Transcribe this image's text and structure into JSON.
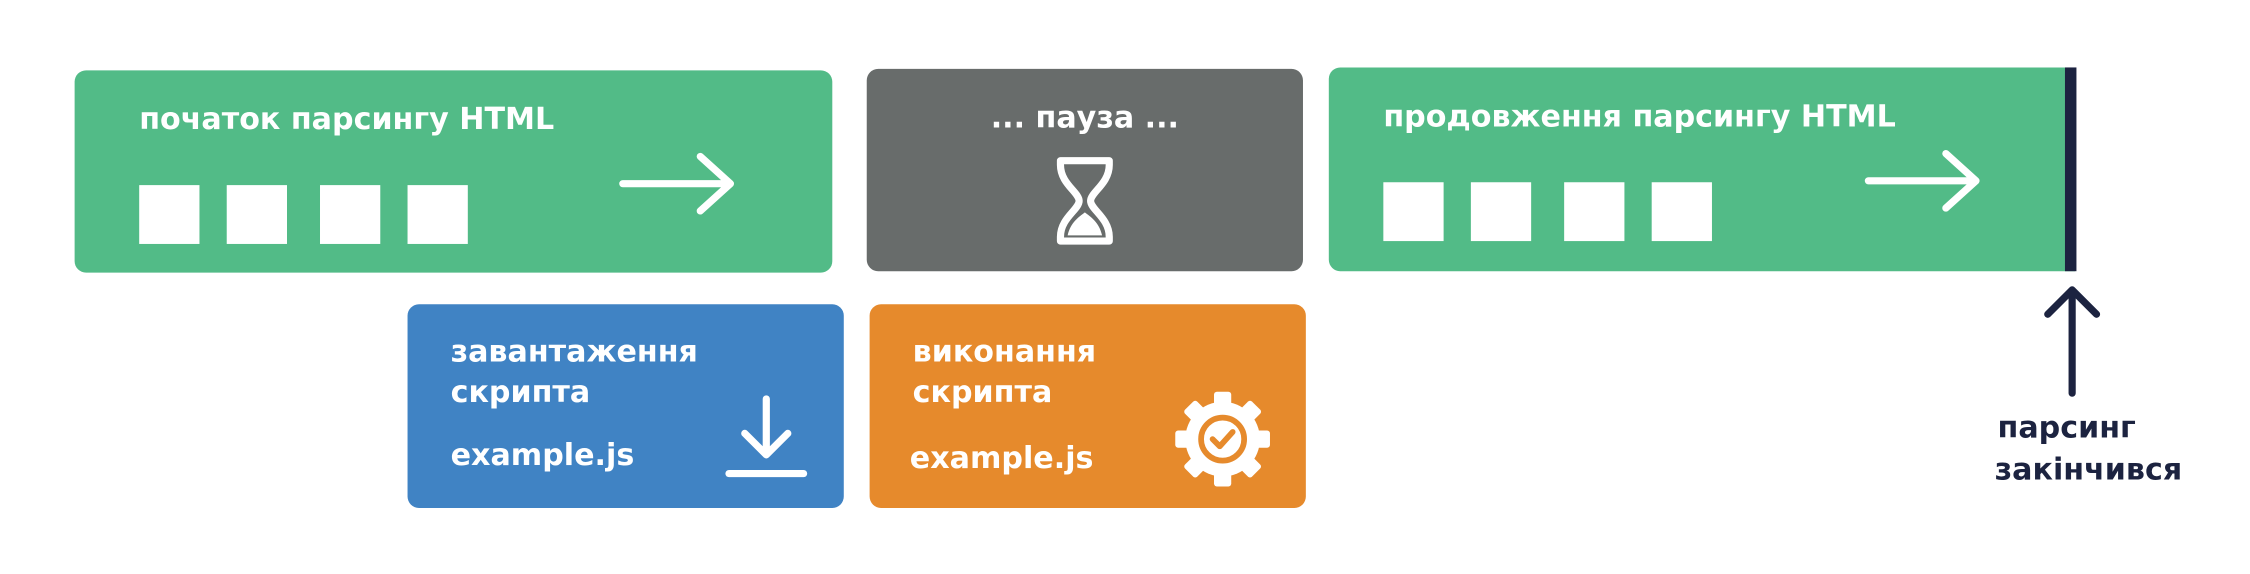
{
  "parse_start": {
    "label": "початок парсингу HTML",
    "icons": [
      "token-square",
      "token-square",
      "token-square",
      "token-square",
      "arrow-right-icon"
    ]
  },
  "pause": {
    "label": "... пауза ...",
    "icon": "hourglass-icon"
  },
  "parse_continue": {
    "label": "продовження парсингу HTML",
    "icons": [
      "token-square",
      "token-square",
      "token-square",
      "token-square",
      "arrow-right-icon"
    ]
  },
  "script_load": {
    "label_line1": "завантаження",
    "label_line2": "скрипта",
    "file": "example.js",
    "icon": "download-icon"
  },
  "script_exec": {
    "label_line1": "виконання",
    "label_line2": "скрипта",
    "file": "example.js",
    "icon": "gear-check-icon"
  },
  "parse_end": {
    "label_line1": "парсинг",
    "label_line2": "закінчився",
    "icon": "arrow-up-icon"
  },
  "colors": {
    "parsing": "#52bb87",
    "pause": "#686c6b",
    "loading": "#4083c4",
    "executing": "#e68a2c",
    "marker": "#1c2340"
  }
}
